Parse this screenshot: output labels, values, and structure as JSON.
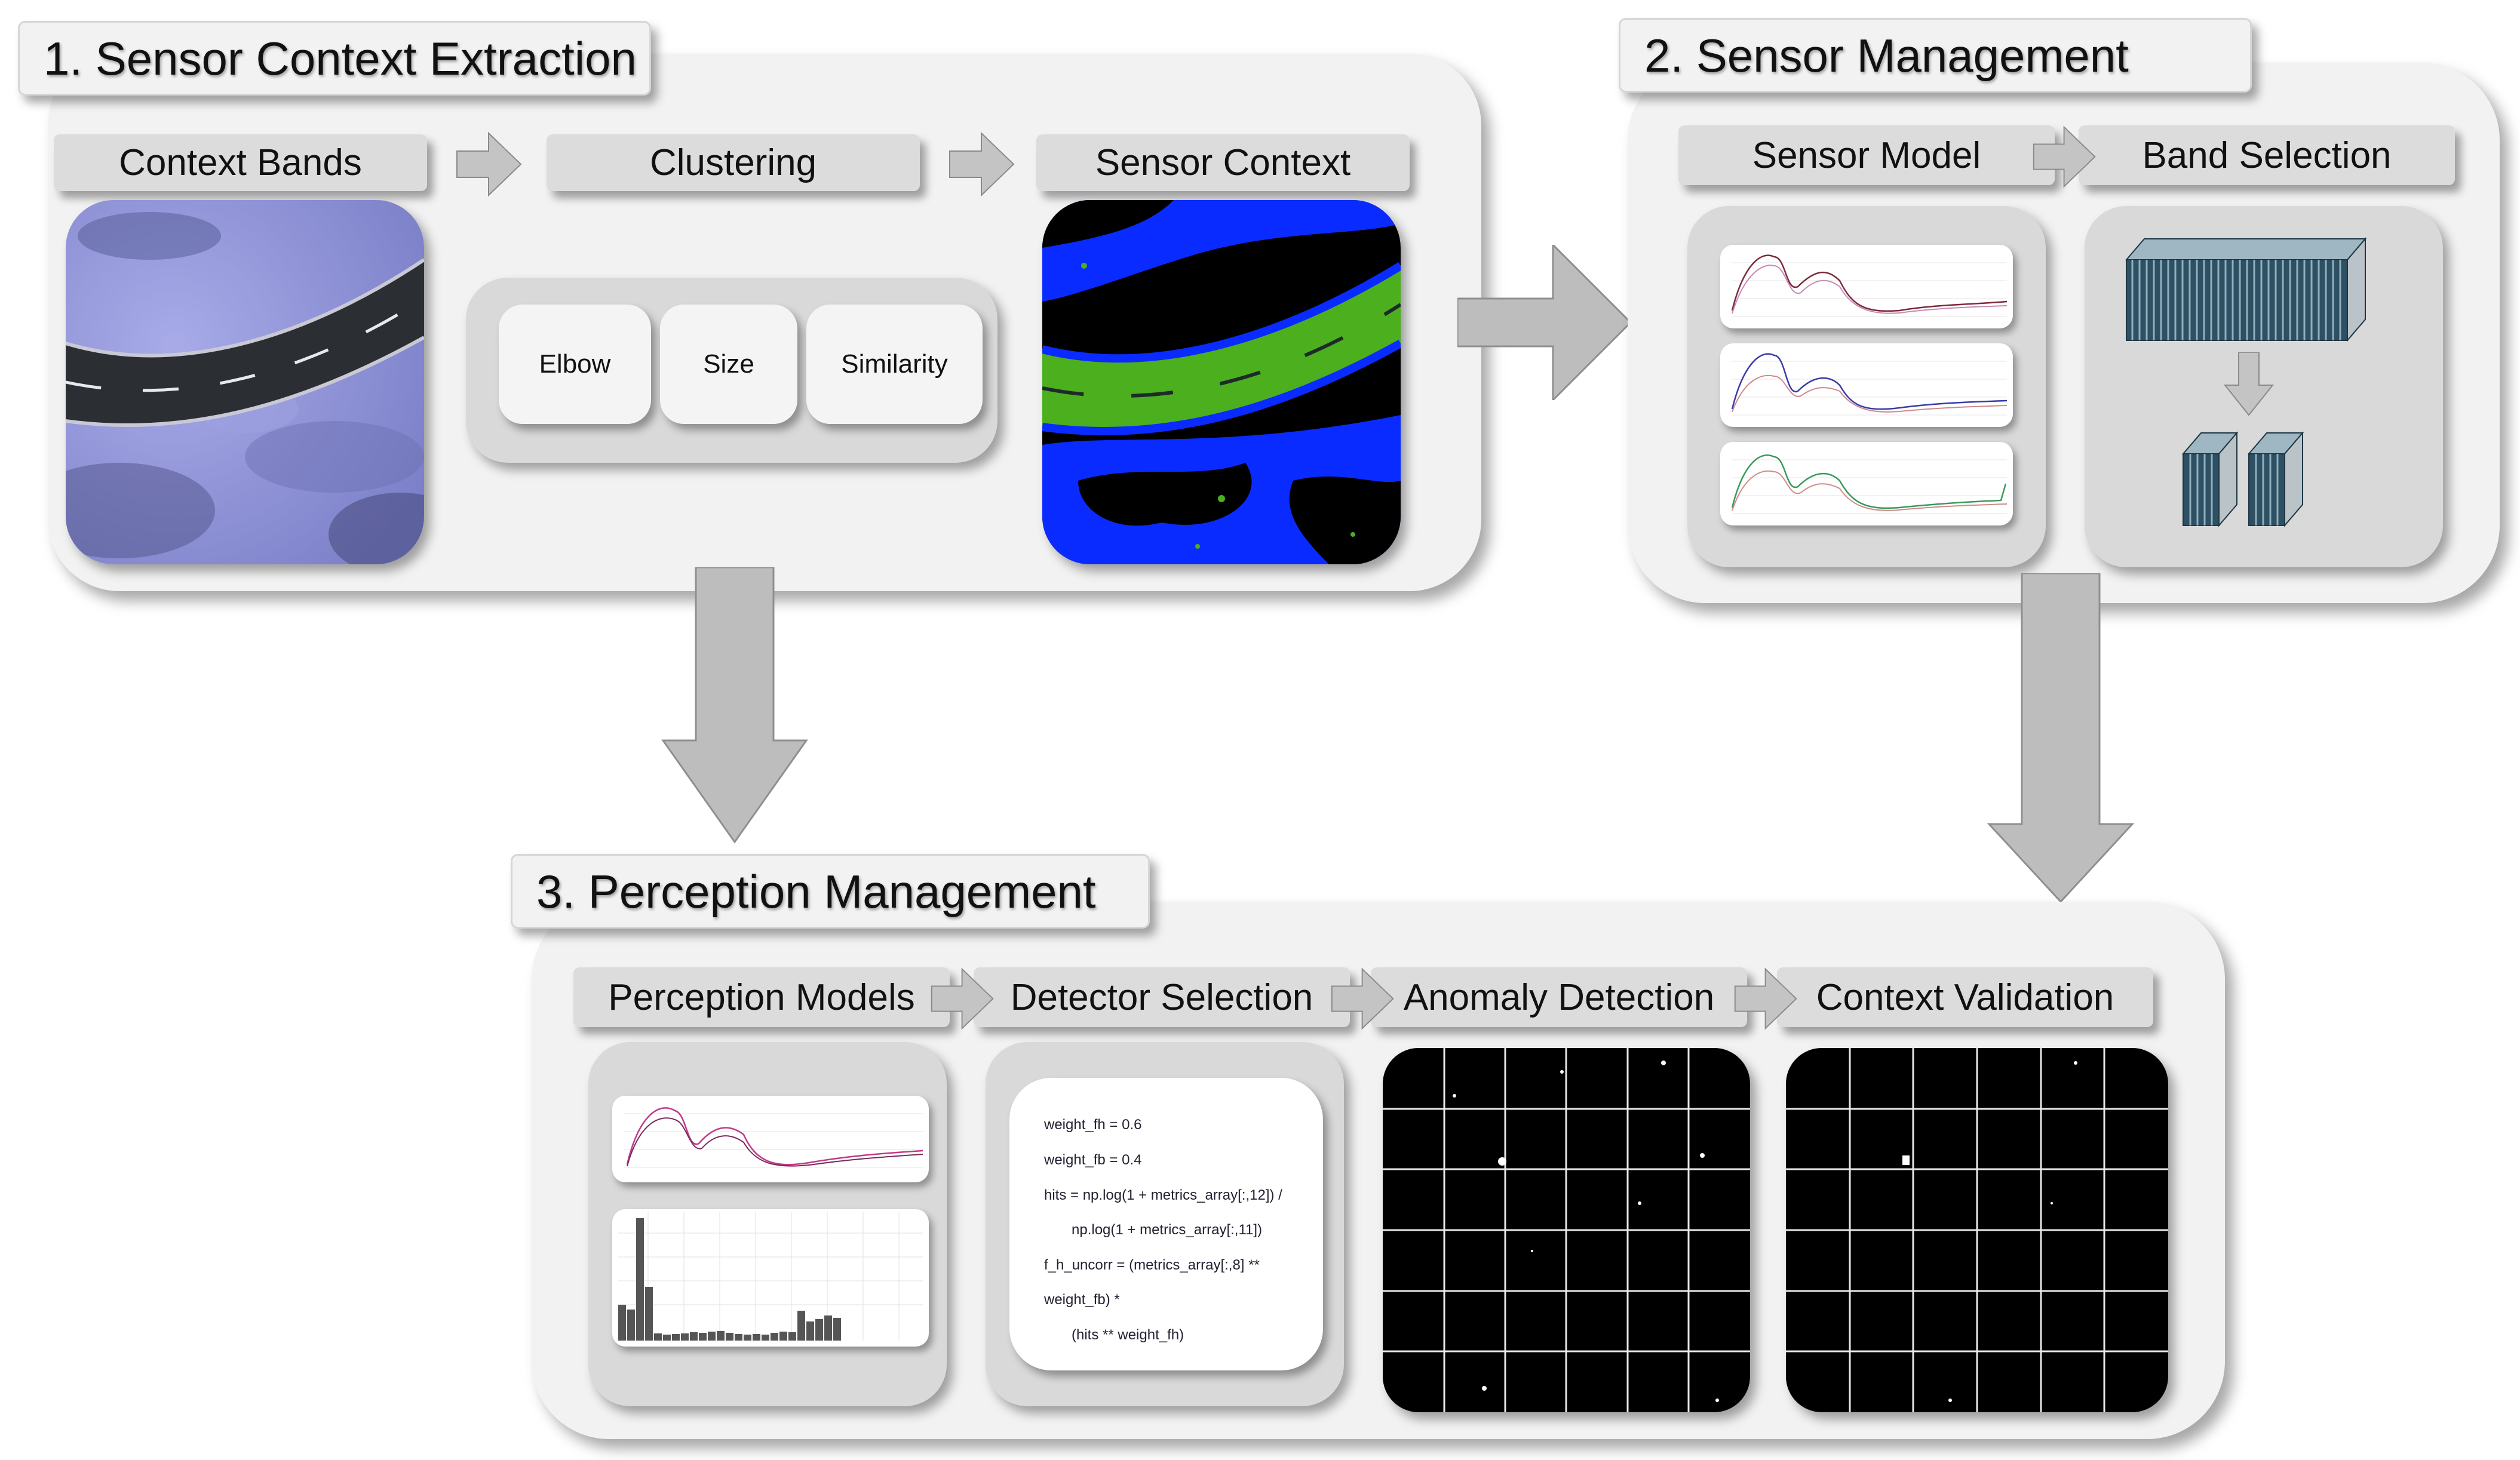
{
  "sections": {
    "s1": {
      "title": "1. Sensor Context Extraction",
      "labels": [
        "Context Bands",
        "Clustering",
        "Sensor Context"
      ],
      "methods": [
        "Elbow",
        "Size",
        "Similarity"
      ]
    },
    "s2": {
      "title": "2. Sensor Management",
      "labels": [
        "Sensor Model",
        "Band Selection"
      ]
    },
    "s3": {
      "title": "3. Perception Management",
      "labels": [
        "Perception Models",
        "Detector Selection",
        "Anomaly Detection",
        "Context Validation"
      ],
      "code_lines": [
        "weight_fh = 0.6",
        "weight_fb = 0.4",
        "hits = np.log(1 + metrics_array[:,12]) /",
        "np.log(1 + metrics_array[:,11])",
        "f_h_uncorr = (metrics_array[:,8] **",
        "weight_fb) *",
        "(hits ** weight_fh)"
      ]
    }
  },
  "colors": {
    "panel": "#f2f2f2",
    "label": "#dcdcdc",
    "arrow": "#bdbdbd",
    "road_gray": "#2b2e33",
    "context_green": "#4caf1e",
    "context_blue": "#0a2bff",
    "snow_purple": "#8a8fd6",
    "band_cube": "#2f4f62"
  }
}
